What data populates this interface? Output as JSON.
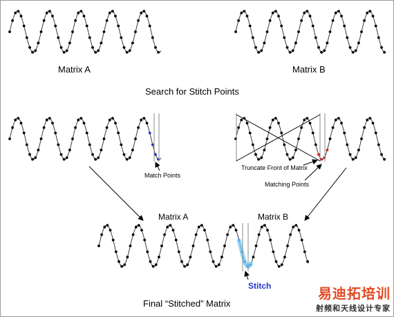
{
  "labels": {
    "matrix_a_top": "Matrix A",
    "matrix_b_top": "Matrix B",
    "search_heading": "Search for Stitch Points",
    "match_points": "Match Points",
    "truncate_front": "Truncate Front of Matrix",
    "matching_points": "Matching Points",
    "matrix_a_bottom": "Matrix A",
    "matrix_b_bottom": "Matrix B",
    "stitch": "Stitch",
    "final_caption": "Final “Stitched” Matrix"
  },
  "watermark": {
    "top": "易迪拓培训",
    "bottom": "射频和天线设计专家"
  },
  "colors": {
    "wave": "#3a3a3a",
    "dot": "#000000",
    "match_blue": "#1f34c8",
    "match_red": "#d42020",
    "stitch_highlight": "#6fd0ff",
    "window_line": "#8a8a8a",
    "watermark_red": "#e24a24"
  }
}
